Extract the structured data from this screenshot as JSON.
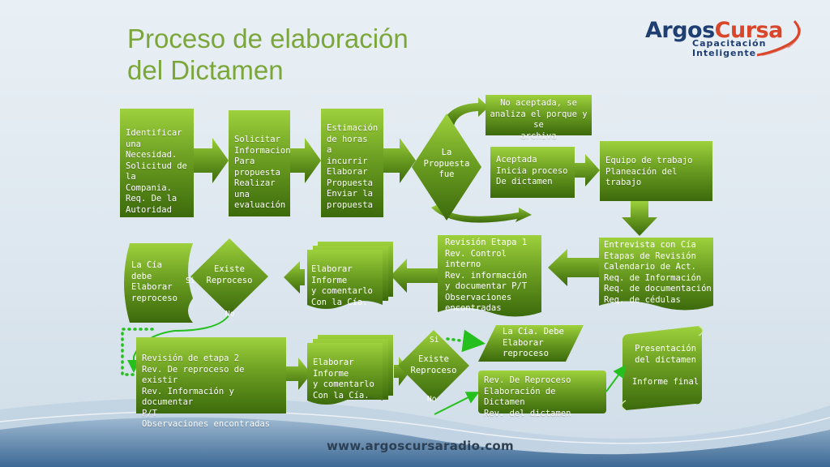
{
  "slide": {
    "title_line1": "Proceso de elaboración",
    "title_line2": "del Dictamen",
    "logo_name_part1": "Argos",
    "logo_name_part2": "Cursa",
    "logo_tagline1": "Capacitación",
    "logo_tagline2": "Inteligente",
    "footer_url": "www.argoscursaradio.com"
  },
  "colors": {
    "title": "#7ba63a",
    "box_top": "#9ed13c",
    "box_bottom": "#3c6a0c",
    "connector": "#26c01e",
    "logo_blue": "#1f3f73",
    "logo_orange": "#d9462a"
  },
  "nodes": {
    "identificar": "Identificar una\nNecesidad.\nSolicitud de la\nCompania.\nReq. De la\nAutoridad",
    "solicitar": "Solicitar\nInformacion\nPara propuesta\nRealizar una\nevaluación",
    "estimacion": "Estimación\nde horas a\nincurrir\nElaborar\nPropuesta\nEnviar la\npropuesta",
    "propuesta_decision": "La\nPropuesta\nfue",
    "no_aceptada": "No aceptada, se\nanaliza el porque y se\narchiva",
    "aceptada": "Aceptada\nInicia proceso\nDe dictamen",
    "equipo": "Equipo de trabajo\nPlaneación del trabajo",
    "entrevista": "Entrevista con Cía\nEtapas de Revisión\nCalendario de Act.\nReq. de Información\nReq. de documentación\nReq. de cédulas",
    "revision1": "Revisión Etapa 1\nRev. Control interno\nRev. información\ny documentar P/T\nObservaciones\nencontradas",
    "elaborar_informe1": "Elaborar Informe\ny comentarlo\nCon la Cía.",
    "existe_reproceso1": "Existe\nReproceso",
    "cia_reproceso1": "La Cía\ndebe\nElaborar\nreproceso",
    "revision2": "Revisión de etapa 2\nRev. De  reproceso de existir\nRev. Información y documentar\nP/T\nObservaciones encontradas",
    "elaborar_informe2": "Elaborar Informe\ny comentarlo\nCon la Cía.",
    "existe_reproceso2": "Existe\nReproceso",
    "cia_reproceso2": "La Cía. Debe\nElaborar\nreproceso",
    "rev_reproceso": "Rev. De Reproceso\nElaboración de Dictamen\nRev. del dictamen",
    "presentacion": "Presentación\ndel dictamen\n\nInforme final"
  },
  "labels": {
    "si1": "Si",
    "no1": "No",
    "si2": "Si",
    "no2": "No"
  }
}
